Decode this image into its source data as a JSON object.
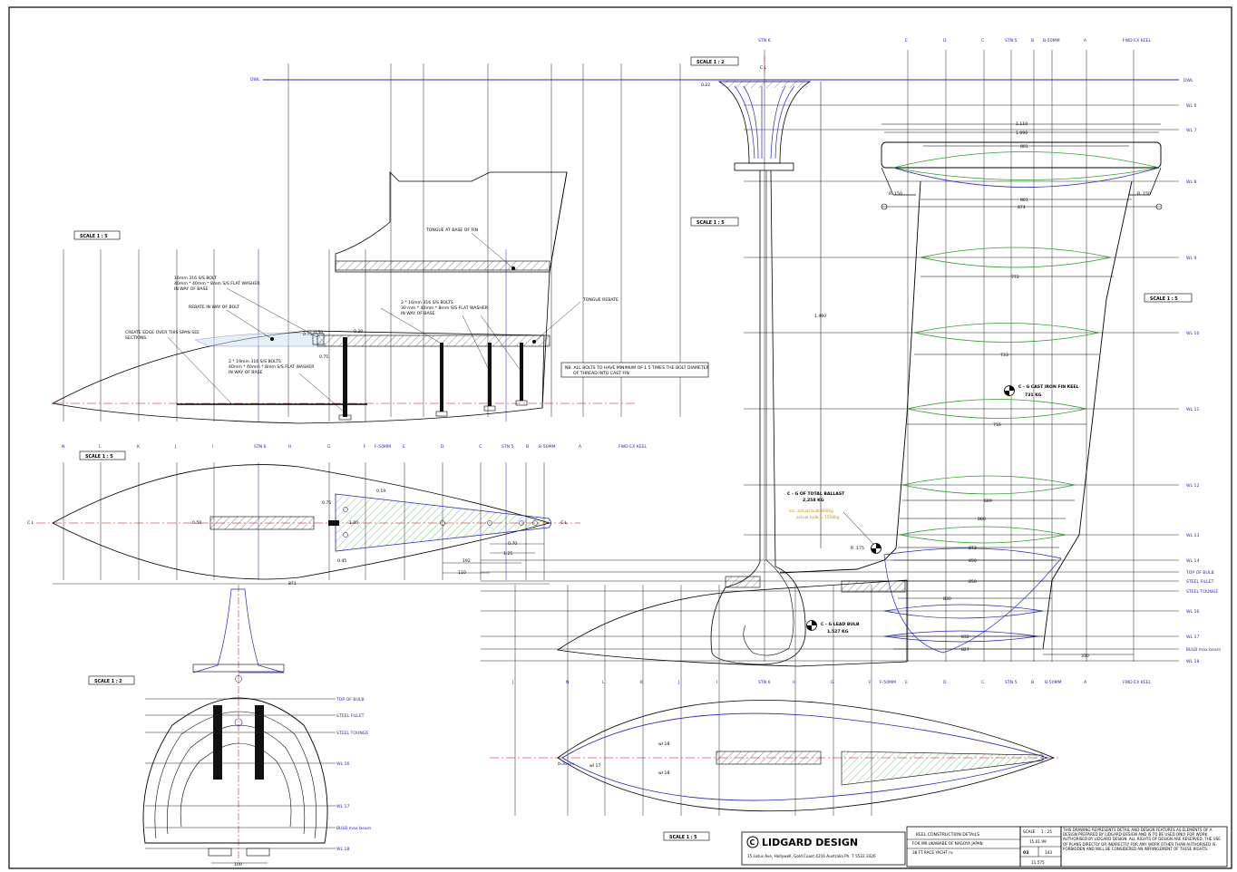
{
  "title_block": {
    "company": "LIDGARD DESIGN",
    "address": "15 Lotus Ave, Hollywell, Gold Coast 4216 Australia Ph. 7 5532 3326",
    "drawing_title": "KEEL CONSTRUCTION DETAILS",
    "client": "FOR MR.UKAWABE OF NAGOYA JAPAN",
    "project": "38 FT RACE YACHT rv.",
    "scale_label": "SCALE",
    "scale_value": "1 : 25",
    "date": "15.01.99",
    "sheet": "03",
    "job": "143",
    "ref": "11.575",
    "copyright_notice": "THIS DRAWING REPRESENTS DETAIL AND DESIGN FEATURES AS ELEMENTS OF A DESIGN PREPARED BY LIDGARD DESIGN AND IS TO BE USED ONLY FOR WORK AUTHORISED BY LIDGARD DESIGN. ALL RIGHTS OF DESIGN ARE RESERVED. THE USE OF PLANS DIRECTLY OR INDIRECTLY FOR ANY WORK OTHER THAN AUTHORISED IS FORBIDDEN AND WILL BE CONSIDERED AN INFRINGEMENT OF THESE RIGHTS."
  },
  "scale_tags": {
    "profile": "SCALE 1 : 5",
    "plan": "SCALE 1 : 5",
    "bulb_section": "SCALE 1 : 2",
    "keel_top_section": "SCALE 1 : 2",
    "keel_profile": "SCALE 1 : 5",
    "keel_front": "SCALE 1 : 5",
    "bottom_plan": "SCALE 1 : 5"
  },
  "stations_top": [
    "STN 6",
    "E",
    "D",
    "C",
    "STN 5",
    "B",
    "B-50MM",
    "A",
    "FWD EX KEEL"
  ],
  "stations_mid": [
    "N",
    "L",
    "K",
    "J",
    "I",
    "STN 6",
    "H",
    "G",
    "F",
    "F-50MM",
    "E",
    "D",
    "C",
    "STN 5",
    "B",
    "B-50MM",
    "A",
    "FWD EX KEEL"
  ],
  "stations_bottom": [
    "J",
    "N",
    "L",
    "K",
    "J",
    "I",
    "STN 6",
    "H",
    "G",
    "F",
    "F-50MM",
    "E",
    "D",
    "C",
    "STN 5",
    "B",
    "B-50MM",
    "A",
    "FWD EX KEEL"
  ],
  "waterlines": [
    "DWL",
    "WL 6",
    "WL 7",
    "WL 8",
    "WL 9",
    "WL 10",
    "WL 11",
    "WL 12",
    "WL 13",
    "WL 14",
    "TOP OF BULB",
    "STEEL FILLET",
    "STEEL TOUNGE",
    "WL 16",
    "WL 17",
    "BULB max beam",
    "WL 18"
  ],
  "bulb_section_labels": [
    "TOP OF BULB",
    "STEEL FILLET",
    "STEEL TOUNGE",
    "WL 16",
    "WL 17",
    "BULB max beam",
    "WL 18"
  ],
  "annotations": {
    "tongue_base": "TONGUE AT BASE OF FIN",
    "bolt_16": "16mm 316 S/S BOLT",
    "bolt_16_washer": "40mm * 40mm * 8mm S/S FLAT WASHER",
    "bolt_16_way": "IN WAY OF BASE",
    "rebate_bolt": "REBATE IN WAY OF BOLT",
    "create_edge": "CREATE EDGE OVER THIS SPAN SEE",
    "create_edge2": "SECTIONS",
    "bolt_19": "2 * 19mm 316 S/S BOLTS",
    "bolt_19_washer": "40mm * 40mm * 8mm S/S FLAT WASHER",
    "bolt_19_way": "IN WAY OF BASE",
    "bolt_2x16": "2 * 16mm 316 S/S BOLTS",
    "bolt_2x16_washer": "30 mm * 40mm * 8mm S/S FLAT WASHER",
    "bolt_2x16_way": "IN WAY OF BASE",
    "tongue_rebate": "TONGUE REBATE",
    "bolt_note": "NB. ALL BOLTS TO HAVE MINIMUM OF 1.5 TIMES THE BOLT DIAMETER",
    "bolt_note2": "OF THREAD INTO CAST FIN",
    "cg_fin_title": "C - G CAST IRON FIN KEEL",
    "cg_fin_value": "731 KG",
    "cg_total_title": "C - G OF TOTAL BALLAST",
    "cg_total_value": "2,258 KG",
    "cg_total_note1": "inc. actual bulb 850kg",
    "cg_total_note2": "actual bulb = 1500kg",
    "cg_lead_title": "C - G LEAD BULB",
    "cg_lead_value": "1,527 KG",
    "cl": "C L",
    "bulb_sm": "bulb sm",
    "wl18_tag": "wl 18",
    "wl17_tag": "wl 17"
  },
  "dimensions": {
    "d1110": "1.110",
    "d1090": "1.090",
    "d801": "801",
    "d801b": "801",
    "d874": "874",
    "d772": "772",
    "d733": "733",
    "d716": "716",
    "d689": "689",
    "d1490": "1.490",
    "r150a": "R .150",
    "r150b": "R .150",
    "r175": "R .175",
    "d022": "0.22",
    "d030": "0.30",
    "d075": "0.75",
    "d075b": "0.75",
    "d075c": "0.75",
    "d050": "0.50",
    "d019": "0.19",
    "d100": "1.00",
    "d045": "0.45",
    "d070": "0.70",
    "d125": "1.25",
    "d192": "192",
    "d110": "110",
    "d871": "871",
    "d880": "880",
    "d850": "850",
    "d830": "830",
    "d832": "832",
    "d827": "827",
    "d850b": "850",
    "d330": "330",
    "d100b": "100",
    "d873": "873"
  }
}
